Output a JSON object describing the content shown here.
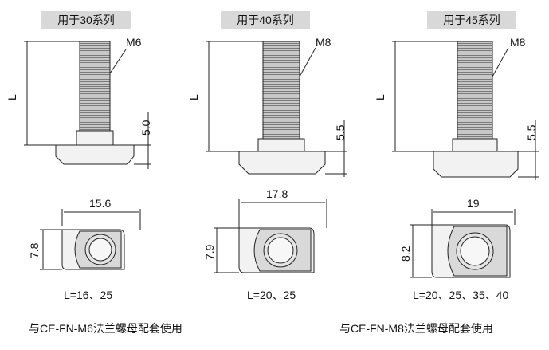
{
  "series": [
    {
      "tag": "用于30系列",
      "thread": "M6",
      "height": "5.0",
      "width": "15.6",
      "depth": "7.8",
      "lengths": "L=16、25"
    },
    {
      "tag": "用于40系列",
      "thread": "M8",
      "height": "5.5",
      "width": "17.8",
      "depth": "7.9",
      "lengths": "L=20、25"
    },
    {
      "tag": "用于45系列",
      "thread": "M8",
      "height": "5.5",
      "width": "19",
      "depth": "8.2",
      "lengths": "L=20、25、35、40"
    }
  ],
  "length_label": "L",
  "notes": {
    "m6": "与CE-FN-M6法兰螺母配套使用",
    "m8": "与CE-FN-M8法兰螺母配套使用"
  },
  "colors": {
    "tag_bg": "#d8d8d8",
    "line": "#222222",
    "bolt_body": "#bdbdbd",
    "part_fill": "#efefef"
  }
}
